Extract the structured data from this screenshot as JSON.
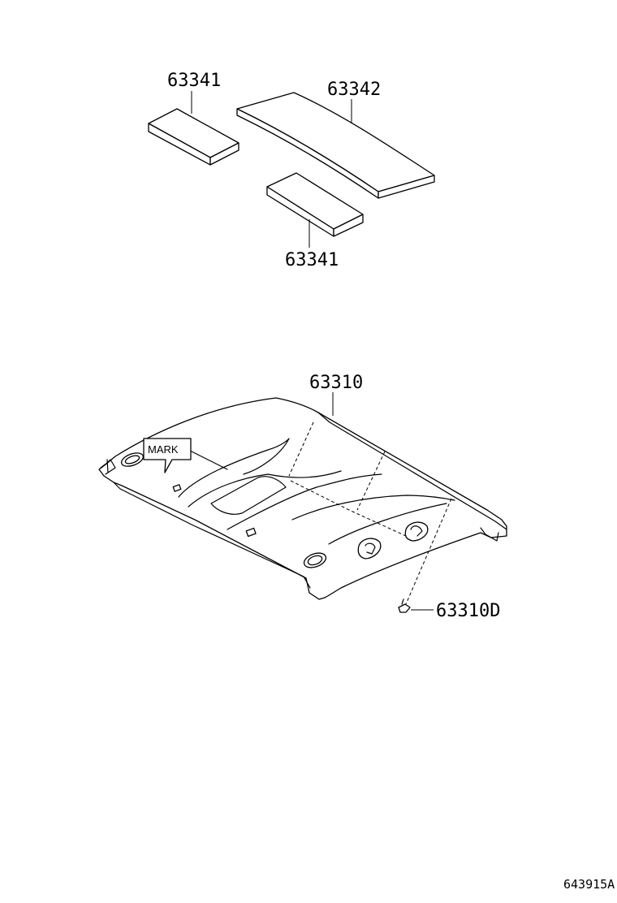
{
  "parts": {
    "pad_upper_left": "63341",
    "pad_long": "63342",
    "pad_lower": "63341",
    "headlining": "63310",
    "clip": "63310D"
  },
  "mark_label": "MARK",
  "diagram_code": "643915A"
}
